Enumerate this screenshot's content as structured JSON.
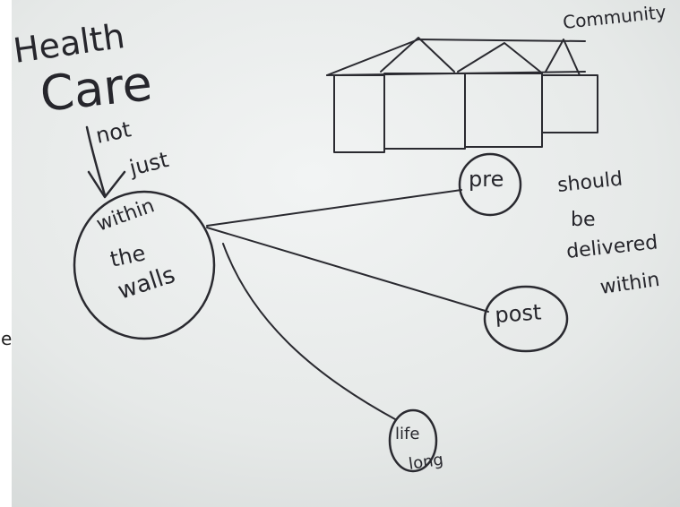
{
  "notes": {
    "title_line1": "Health",
    "title_line2": "Care",
    "not_text": "not",
    "just_text": "just",
    "within_line1": "within",
    "within_line2": "the",
    "within_line3": "walls",
    "community_text": "Community",
    "pre_text": "pre",
    "post_text": "post",
    "lifelong_line1": "life",
    "lifelong_line2": "long",
    "should_line1": "should",
    "should_line2": "be",
    "should_line3": "delivered",
    "should_line4": "within"
  },
  "edge_text": "e",
  "colors": {
    "ink": "#2a2a30",
    "paper": "#e8ebea",
    "border": "#ffffff"
  }
}
